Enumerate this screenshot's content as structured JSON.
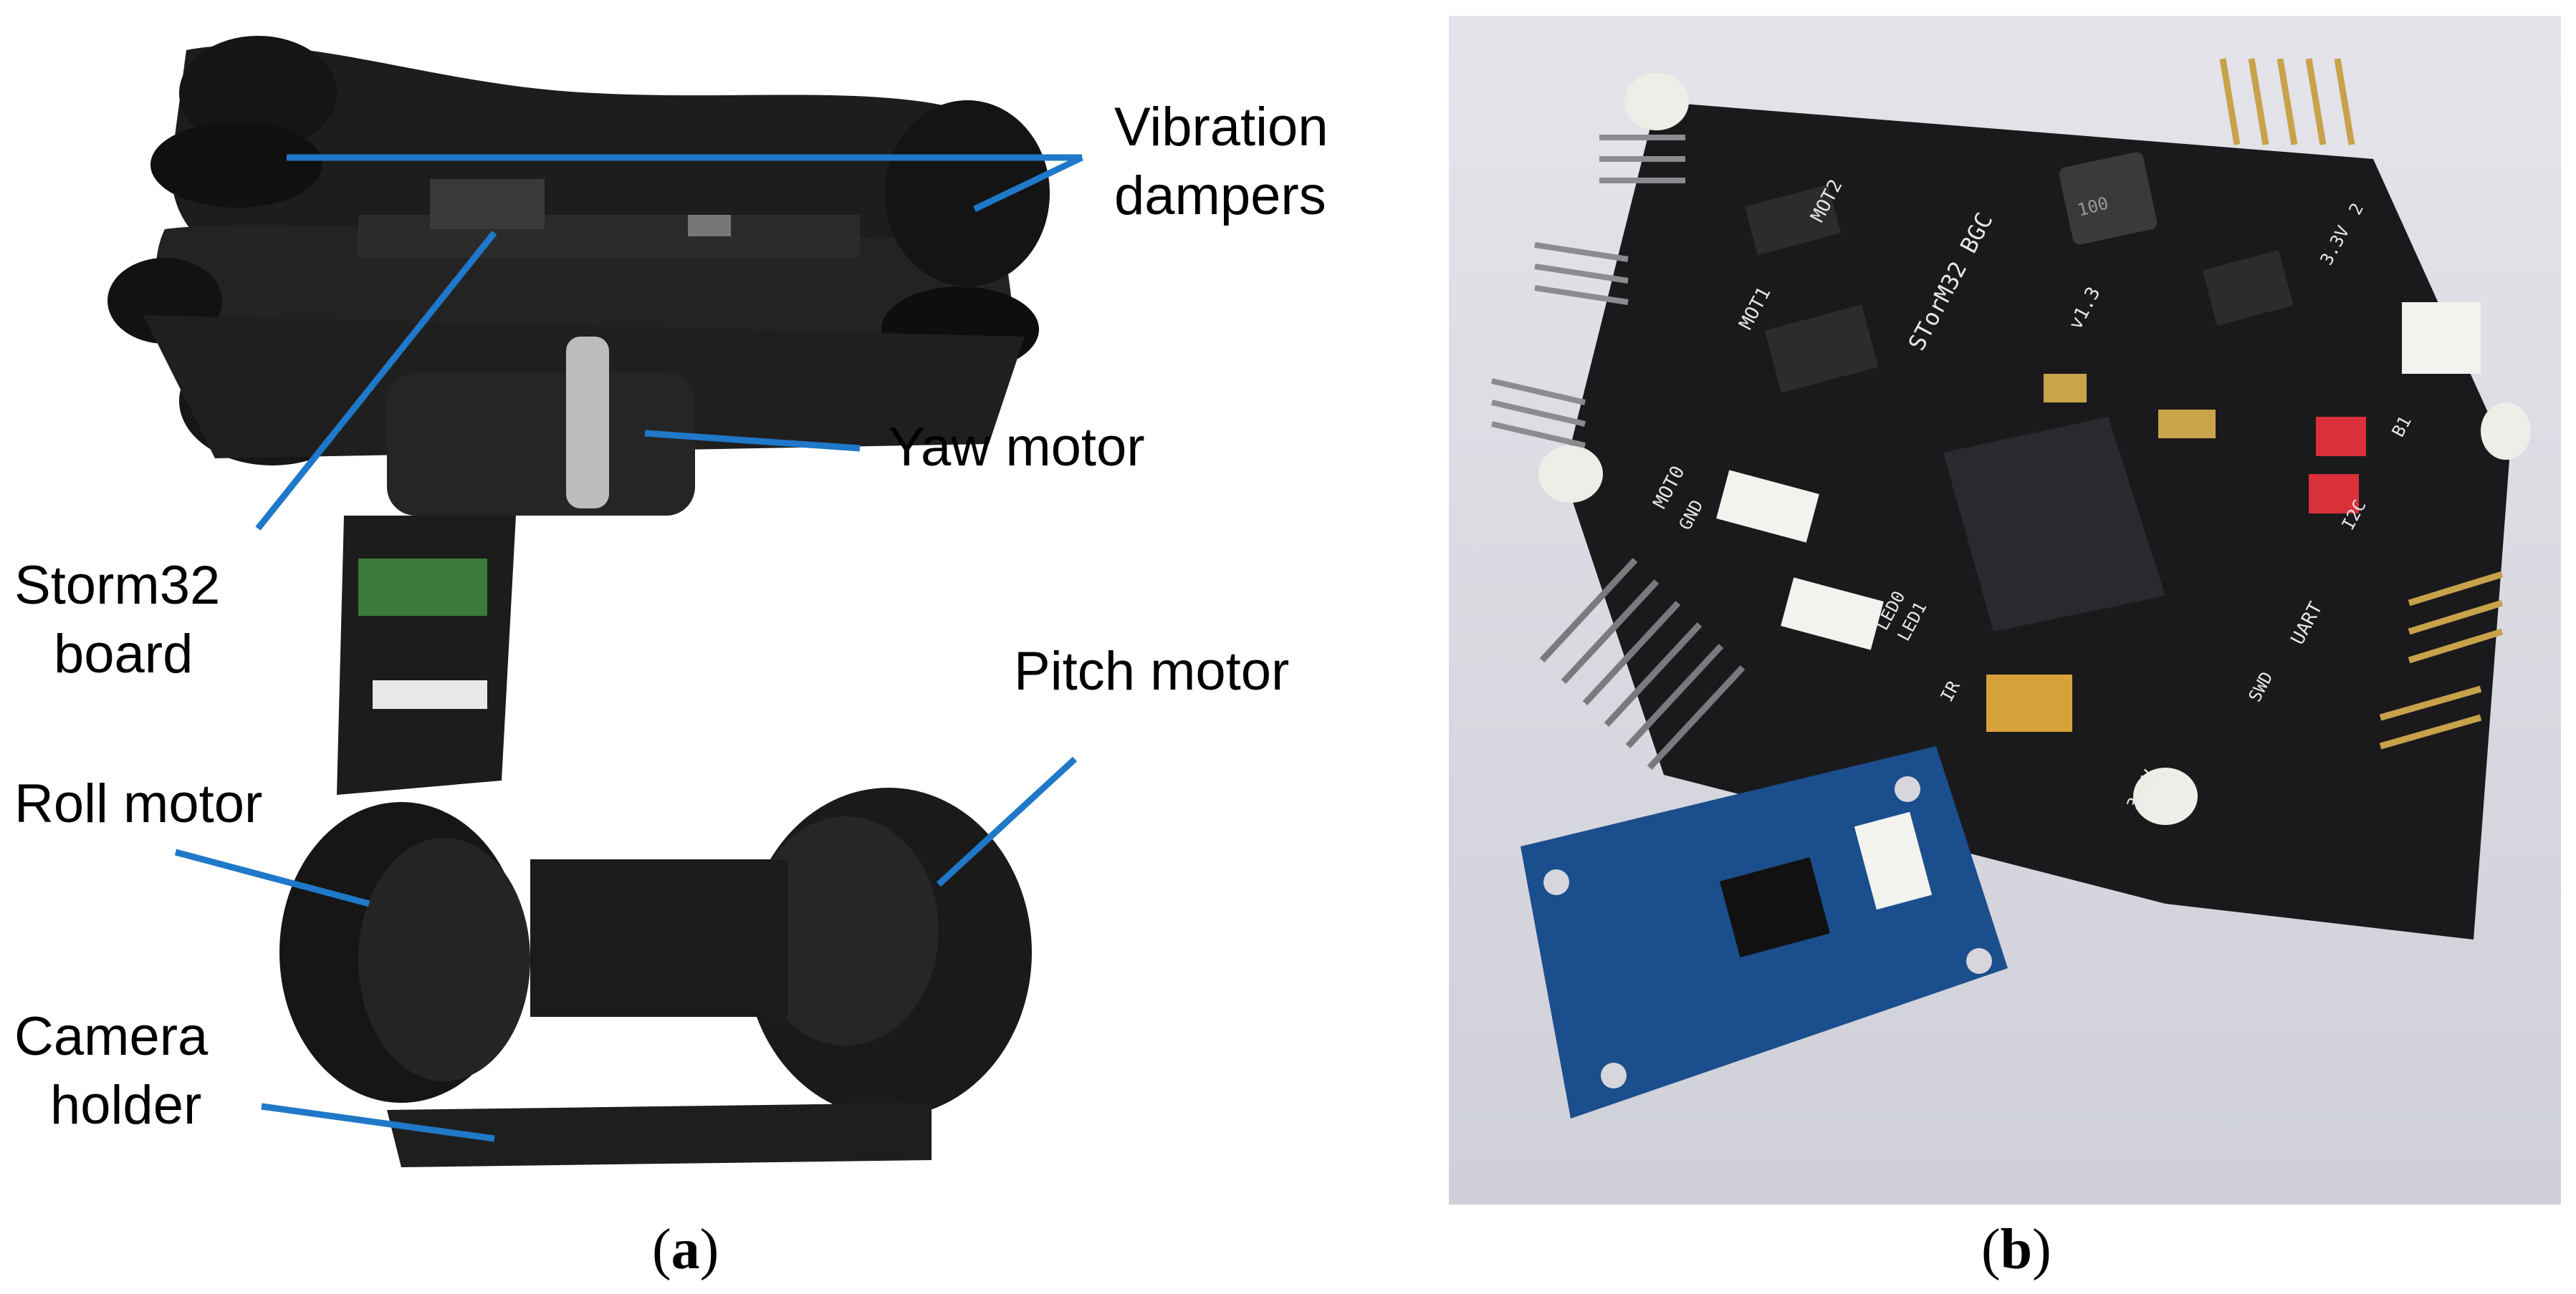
{
  "panel_a": {
    "labels": {
      "vibration_dampers_1": "Vibration",
      "vibration_dampers_2": "dampers",
      "yaw_motor": "Yaw motor",
      "storm32_board_1": "Storm32",
      "storm32_board_2": "board",
      "pitch_motor": "Pitch motor",
      "roll_motor": "Roll motor",
      "camera_holder_1": "Camera",
      "camera_holder_2": "holder"
    },
    "caption": {
      "open": "(",
      "letter": "a",
      "close": ")"
    }
  },
  "panel_b": {
    "board_silkscreen": {
      "title": "STorM32 BGC",
      "version": "v1.3",
      "mot2": "MOT2",
      "mot1": "MOT1",
      "mot0": "MOT0",
      "gnd": "GND",
      "led0": "LED0",
      "led1": "LED1",
      "ir": "IR",
      "uart": "UART",
      "swd": "SWD",
      "v33a": "3.3V",
      "v33b": "3.3V",
      "i2c": "I2C",
      "i2c2": "2",
      "b1": "B1",
      "inductor": "100"
    },
    "caption": {
      "open": "(",
      "letter": "b",
      "close": ")"
    }
  },
  "colors": {
    "line_blue": "#1f78c8",
    "board_black": "#1a1a1c",
    "sensor_blue": "#1b4e8c",
    "pin_gold": "#c8a24a",
    "connector_white": "#f2f2ee",
    "button_red": "#d9303a"
  }
}
